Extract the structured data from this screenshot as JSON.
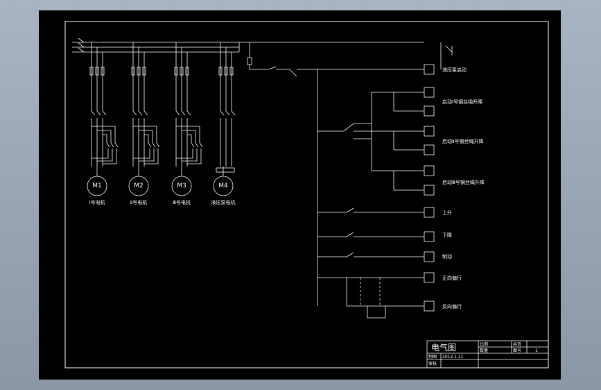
{
  "motors": [
    {
      "symbol": "M1",
      "name": "Ⅰ号电机"
    },
    {
      "symbol": "M2",
      "name": "Ⅱ号电机"
    },
    {
      "symbol": "M3",
      "name": "Ⅲ号电机"
    },
    {
      "symbol": "M4",
      "name": "液压泵电机"
    }
  ],
  "control_labels": [
    "液压泵启动",
    "启动Ⅰ号钢丝绳升降",
    "启动Ⅱ号钢丝绳升降",
    "启动Ⅲ号钢丝绳升降",
    "上升",
    "下降",
    "制动",
    "正向偏行",
    "反向偏行"
  ],
  "title_block": {
    "drawing_name": "电气图",
    "scale_label": "比例",
    "quantity_label": "数量",
    "sheet_label": "共页",
    "number_label": "图号",
    "sheet_value": "1",
    "drawn_by_label": "制图",
    "checked_by_label": "审核",
    "date": "2012.1.11"
  },
  "colors": {
    "paper": "#000000",
    "frame": "#ffffff",
    "outer_background": "#9aa5b3"
  }
}
